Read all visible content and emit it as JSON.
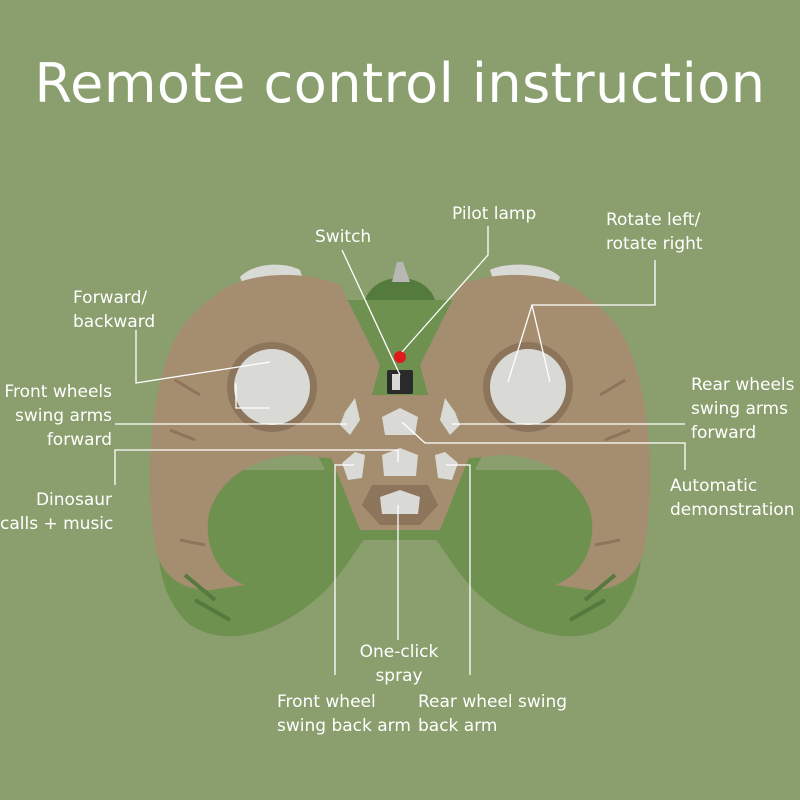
{
  "title": "Remote control instruction",
  "colors": {
    "background": "#8a9f6d",
    "shell_tan": "#a58d70",
    "shell_tan_dark": "#8c755b",
    "body_green": "#6e9150",
    "body_green_dark": "#557a3d",
    "button_gray": "#d9dad6",
    "lamp_red": "#e01a1a",
    "text": "#ffffff"
  },
  "labels": {
    "pilot_lamp": [
      "Pilot lamp"
    ],
    "switch": [
      "Switch"
    ],
    "rotate": [
      "Rotate left/",
      "rotate right"
    ],
    "forward_backward": [
      "Forward/",
      "backward"
    ],
    "front_wheels_forward": [
      "Front wheels",
      "swing arms",
      "forward"
    ],
    "rear_wheels_forward": [
      "Rear wheels",
      "swing arms",
      "forward"
    ],
    "dinosaur_calls": [
      "Dinosaur",
      "calls + music"
    ],
    "auto_demo": [
      "Automatic",
      "demonstration"
    ],
    "one_click_spray": [
      "One-click",
      "spray"
    ],
    "front_back_arm": [
      "Front wheel",
      "swing back arm"
    ],
    "rear_back_arm": [
      "Rear wheel swing",
      "back arm"
    ]
  }
}
